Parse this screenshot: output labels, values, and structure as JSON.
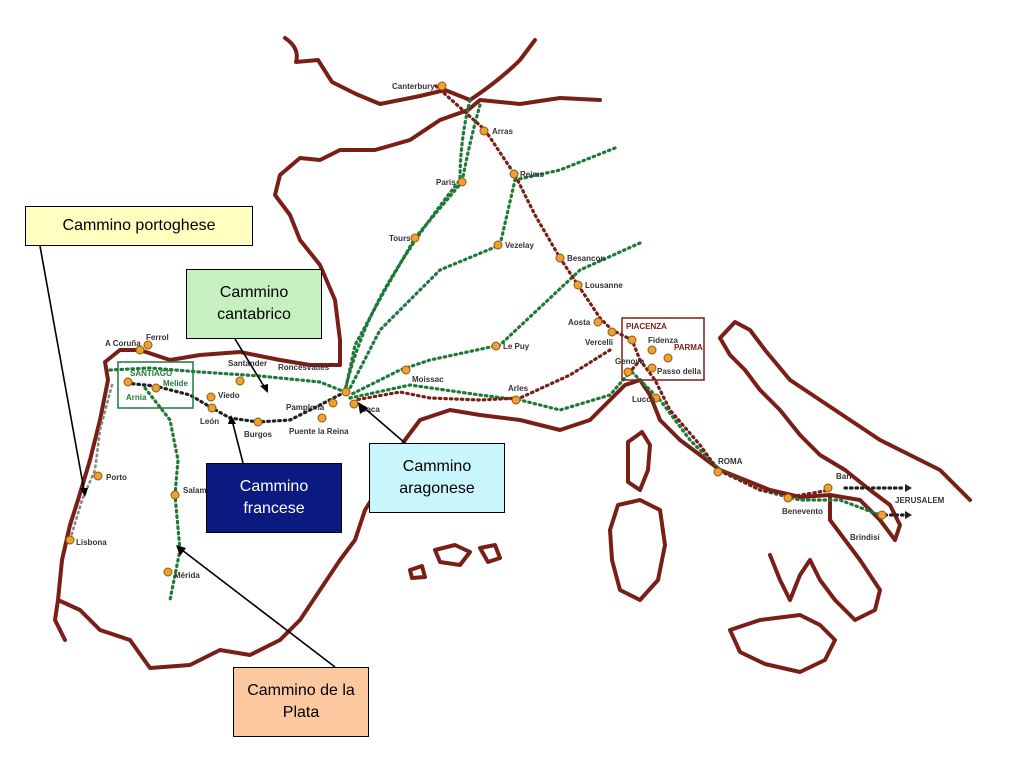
{
  "labels": {
    "portoghese": "Cammino portoghese",
    "cantabrico": "Cammino cantabrico",
    "francese": "Cammino francese",
    "aragonese": "Cammino aragonese",
    "plata": "Cammino de la Plata"
  },
  "cities": {
    "canterbury": "Canterbury",
    "arras": "Arras",
    "reims": "Reims",
    "paris": "Paris",
    "tours": "Tours",
    "vezelay": "Vezelay",
    "besancon": "Besancon",
    "lousanne": "Lousanne",
    "aosta": "Aosta",
    "vercelli": "Vercelli",
    "le_puy": "Le Puy",
    "moissac": "Moissac",
    "arles": "Arles",
    "genova": "Genova",
    "lucca": "Lucca",
    "piacenza": "PIACENZA",
    "fidenza": "Fidenza",
    "parma": "PARMA",
    "passo": "Passo della",
    "roma": "ROMA",
    "bari": "Bari",
    "benevento": "Benevento",
    "brindisi": "Brindisi",
    "jerusalem": "JERUSALEM",
    "a_coruna": "A Coruña",
    "ferrol": "Ferrol",
    "santiago": "SANTIAGO",
    "arnia": "Arnia",
    "melide": "Melide",
    "santander": "Santander",
    "roncesvalles": "Roncesvalles",
    "oviedo": "Viedo",
    "leon": "León",
    "burgos": "Burgos",
    "pamplona": "Pamplona",
    "puente": "Puente la Reina",
    "jaca": "Jaca",
    "porto": "Porto",
    "lisbona": "Lisbona",
    "salamanca": "Salam",
    "merida": "Mérida"
  },
  "colors": {
    "coast": "#7a1f18",
    "route_green": "#1f7a3a",
    "route_red": "#7a1f18",
    "city": "#f0a030"
  }
}
